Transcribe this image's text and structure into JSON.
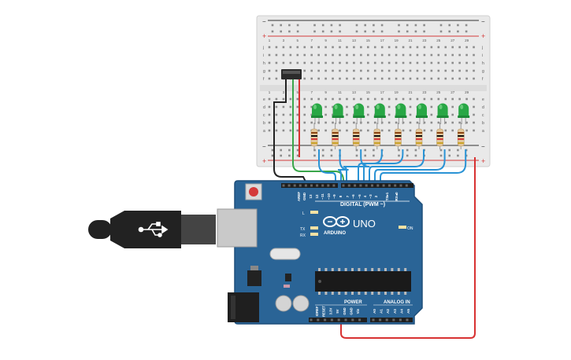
{
  "colors": {
    "board": "#2a6496",
    "board_edge": "#1e4f7a",
    "breadboard": "#e9e9e9",
    "rail_red": "#d43a3a",
    "rail_black": "#333333",
    "led_green": "#28a745",
    "wire_blue": "#2a93d5",
    "wire_red": "#d83232",
    "wire_green": "#3aa64a",
    "wire_black": "#222222",
    "usb_cable": "#222222",
    "usb_plug": "#c9c9c9"
  },
  "breadboard": {
    "rail_plus": "+",
    "rail_minus": "−",
    "row_letters_top": [
      "j",
      "i",
      "h",
      "g",
      "f"
    ],
    "row_letters_bottom": [
      "e",
      "d",
      "c",
      "b",
      "a"
    ],
    "column_numbers": [
      "1",
      "3",
      "5",
      "7",
      "9",
      "11",
      "13",
      "15",
      "17",
      "19",
      "21",
      "23",
      "25",
      "27",
      "29"
    ],
    "led_count": 8
  },
  "arduino": {
    "logo_text": "ARDUINO",
    "model": "UNO",
    "digital_label": "DIGITAL (PWM ~)",
    "power_label": "POWER",
    "analog_label": "ANALOG IN",
    "on_label": "ON",
    "led_l": "L",
    "led_tx": "TX",
    "led_rx": "RX",
    "digital_pins": [
      "AREF",
      "GND",
      "13",
      "12",
      "~11",
      "~10",
      "~9",
      "8",
      "7",
      "~6",
      "~5",
      "4",
      "~3",
      "2",
      "TX▸1",
      "RX◂0"
    ],
    "power_pins": [
      "IOREF",
      "RESET",
      "3.3V",
      "5V",
      "GND",
      "GND",
      "Vin"
    ],
    "analog_pins": [
      "A0",
      "A1",
      "A2",
      "A3",
      "A4",
      "A5"
    ]
  },
  "components": {
    "usb_icon": "usb-symbol-icon",
    "led_icon": "led-icon",
    "resistor_icon": "resistor-icon",
    "button_icon": "reset-button-icon"
  }
}
